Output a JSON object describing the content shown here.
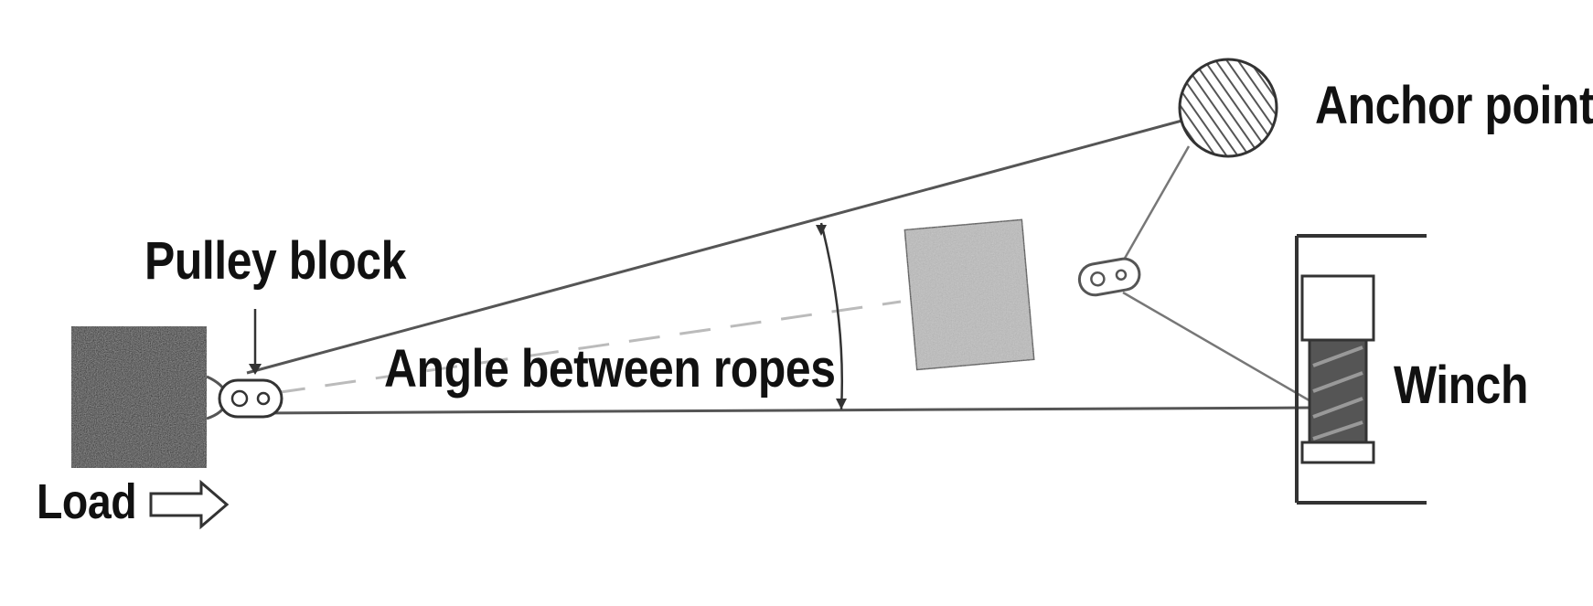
{
  "labels": {
    "anchor_point": "Anchor point",
    "pulley_block": "Pulley block",
    "angle_between_ropes": "Angle between ropes",
    "winch": "Winch",
    "load": "Load"
  },
  "colors": {
    "ink": "#111111",
    "rope": "#555555",
    "load_fill": "#1a1a1a",
    "moved_load_fill": "#bdbdbd",
    "background": "#ffffff"
  },
  "icons": {
    "direction_arrow": "outline-arrow-right",
    "anchor_hatch": "diagonal-hatch-circle"
  }
}
